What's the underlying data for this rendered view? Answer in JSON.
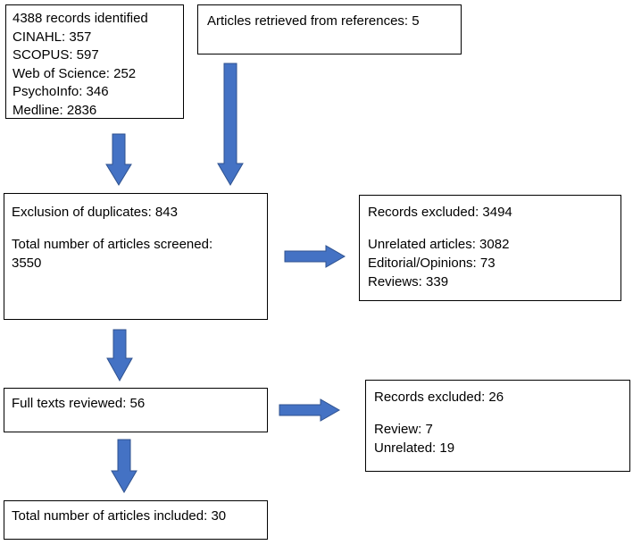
{
  "sources": {
    "database_search": {
      "title": "4388 records identified",
      "lines": [
        "CINAHL: 357",
        "SCOPUS: 597",
        "Web of Science: 252",
        "PsychoInfo: 346",
        "Medline: 2836"
      ]
    },
    "references": {
      "title": "Articles retrieved from references: 5"
    }
  },
  "screening": {
    "duplicates": "Exclusion of duplicates: 843",
    "screened_label": "Total number of articles screened:",
    "screened_value": "3550"
  },
  "excluded_screening": {
    "title": "Records excluded: 3494",
    "lines": [
      "Unrelated articles: 3082",
      "Editorial/Opinions: 73",
      "Reviews: 339"
    ]
  },
  "full_text": {
    "title": "Full texts reviewed: 56"
  },
  "excluded_full_text": {
    "title": "Records excluded: 26",
    "lines": [
      "Review: 7",
      "Unrelated: 19"
    ]
  },
  "included": {
    "title": "Total number of articles included: 30"
  },
  "colors": {
    "arrow_fill": "#4472C4",
    "arrow_stroke": "#2F528F",
    "border": "#000000"
  }
}
